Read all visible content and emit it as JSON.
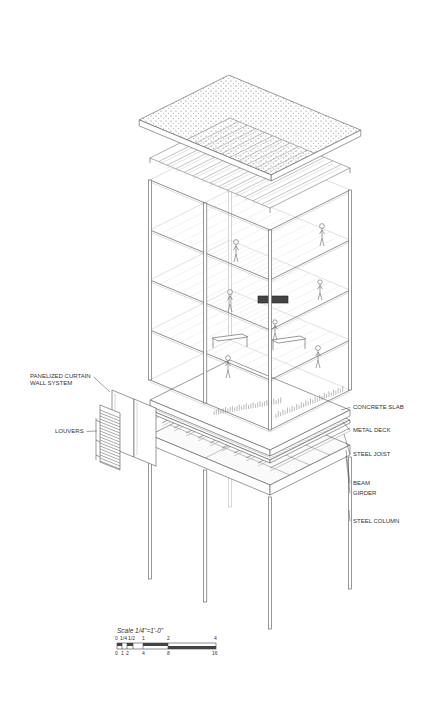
{
  "diagram": {
    "labels": [
      "PANELIZED CURTAIN WALL SYSTEM",
      "LOUVERS",
      "CONCRETE SLAB",
      "METAL DECK",
      "STEEL JOIST",
      "BEAM",
      "GIRDER",
      "STEEL COLUMN",
      "Scale 1/4\"=1'-0\"",
      "0",
      "1/4",
      "1/2",
      "1",
      "2",
      "4",
      "0",
      "1",
      "2",
      "4",
      "8",
      "16"
    ]
  }
}
